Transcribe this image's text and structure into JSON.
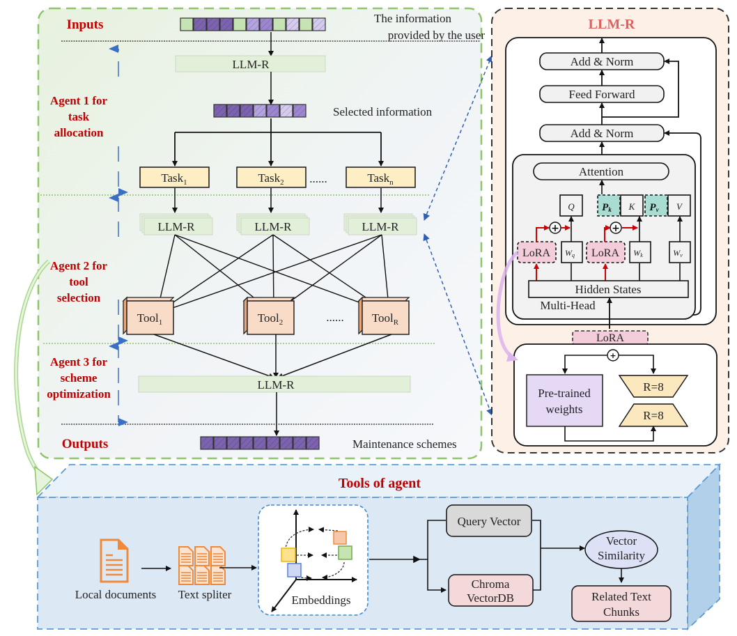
{
  "main_panel": {
    "inputs_label": "Inputs",
    "outputs_label": "Outputs",
    "user_info_line1": "The information",
    "user_info_line2": "provided by the user",
    "selected_info_label": "Selected information",
    "maintenance_label": "Maintenance schemes",
    "llm_label": "LLM-R",
    "agents": [
      {
        "lines": [
          "Agent 1 for",
          "task",
          "allocation"
        ]
      },
      {
        "lines": [
          "Agent 2 for",
          "tool",
          "selection"
        ]
      },
      {
        "lines": [
          "Agent 3 for",
          "scheme",
          "optimization"
        ]
      }
    ],
    "tasks": [
      {
        "base": "Task",
        "sub": "1"
      },
      {
        "base": "Task",
        "sub": "2"
      },
      {
        "base": "Task",
        "sub": "n"
      }
    ],
    "tools": [
      {
        "base": "Tool",
        "sub": "1"
      },
      {
        "base": "Tool",
        "sub": "2"
      },
      {
        "base": "Tool",
        "sub": "R"
      }
    ],
    "ellipsis": "......",
    "input_tokens": [
      "green",
      "dark",
      "dark",
      "dark",
      "green",
      "light",
      "mid",
      "green",
      "pale",
      "green",
      "pale"
    ],
    "selected_tokens": [
      "dark",
      "dark",
      "dark",
      "light",
      "mid",
      "pale",
      "mid"
    ],
    "output_tokens": [
      "dark",
      "dark",
      "dark",
      "dark",
      "dark",
      "dark",
      "dark",
      "dark",
      "dark"
    ]
  },
  "llm_panel": {
    "title": "LLM-R",
    "add_norm_top": "Add & Norm",
    "feed_forward": "Feed Forward",
    "add_norm_bottom": "Add & Norm",
    "attention": "Attention",
    "q": "Q",
    "pk": "P",
    "pk_sub": "k",
    "k": "K",
    "pv": "P",
    "pv_sub": "v",
    "v": "V",
    "lora": "LoRA",
    "wq": "W",
    "wq_sub": "q",
    "wk": "W",
    "wk_sub": "k",
    "wv": "W",
    "wv_sub": "v",
    "hidden_states": "Hidden States",
    "multi_head": "Multi-Head",
    "lora_block_label": "LoRA",
    "pretrained_line1": "Pre-trained",
    "pretrained_line2": "weights",
    "rank_top": "R=8",
    "rank_bottom": "R=8"
  },
  "tools_panel": {
    "title": "Tools of agent",
    "local_documents": "Local documents",
    "text_splitter": "Text spliter",
    "embeddings": "Embeddings",
    "query_vector": "Query Vector",
    "chroma_line1": "Chroma",
    "chroma_line2": "VectorDB",
    "similarity_line1": "Vector",
    "similarity_line2": "Similarity",
    "related_line1": "Related Text",
    "related_line2": "Chunks"
  },
  "colors": {
    "agent_label": "#c00000",
    "llm_title": "#e06060",
    "token_green": "#c6e3b4",
    "token_dark": "#7b63ad",
    "token_mid": "#9c87cf",
    "token_light": "#b3a3de",
    "token_pale": "#d5cbed",
    "task_fill": "#fdeec4",
    "tool_fill": "#f9dcc8",
    "llm_box_fill": "#e2efd9",
    "lora_fill": "#f4cdda",
    "prefix_fill": "#a9dcd2",
    "pretrained_fill": "#e5d9f5",
    "rank_fill": "#fbe8be",
    "doc_orange": "#ef8a3c"
  }
}
